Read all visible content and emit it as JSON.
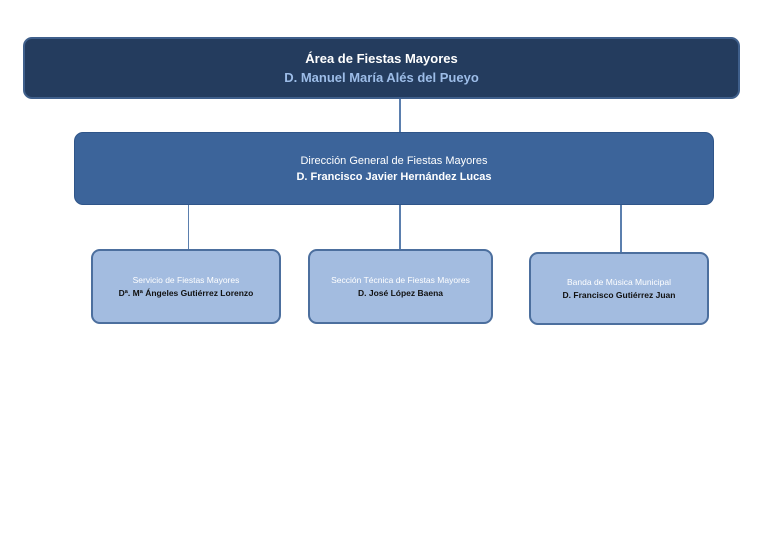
{
  "org_chart": {
    "top": {
      "unit": "Área de Fiestas Mayores",
      "person": "D. Manuel María Alés del Pueyo"
    },
    "middle": {
      "unit": "Dirección General de Fiestas Mayores",
      "person": "D. Francisco Javier Hernández Lucas"
    },
    "departments": [
      {
        "unit": "Servicio de Fiestas Mayores",
        "person": "Dª. Mª Ángeles Gutiérrez Lorenzo"
      },
      {
        "unit": "Sección Técnica de Fiestas Mayores",
        "person": "D. José López Baena"
      },
      {
        "unit": "Banda de Música Municipal",
        "person": "D. Francisco Gutiérrez Juan"
      }
    ]
  },
  "colors": {
    "top_box": "#243c5e",
    "top_person_text": "#9dbde8",
    "middle_box": "#3c649a",
    "department_box": "#a3bce0",
    "department_border": "#4c6f9e",
    "connector": "#5b7fae"
  }
}
